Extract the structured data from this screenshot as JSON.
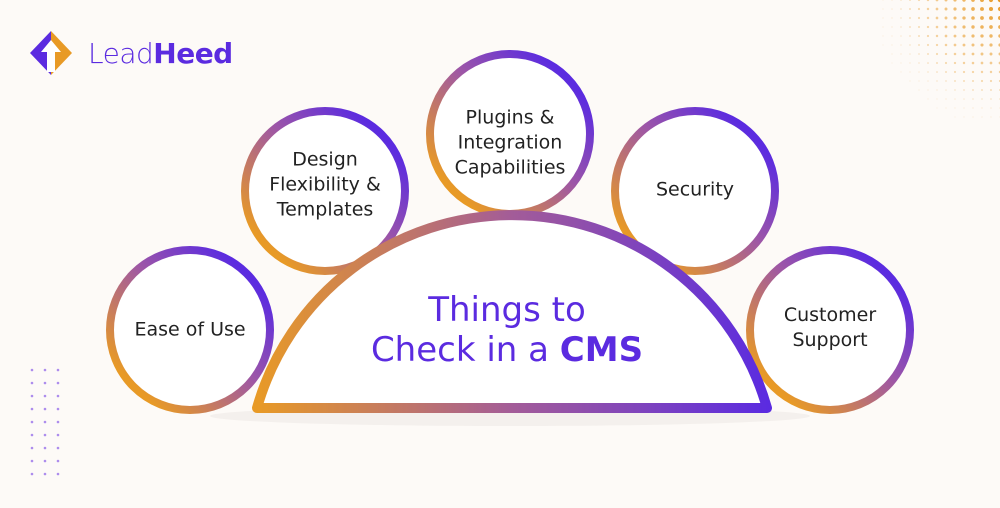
{
  "brand": {
    "name_light": "Lead",
    "name_bold": "Heed"
  },
  "title": {
    "line1": "Things to",
    "line2_prefix": "Check in a ",
    "line2_bold": "CMS"
  },
  "items": [
    {
      "label": "Ease of Use"
    },
    {
      "label": "Design\nFlexibility &\nTemplates"
    },
    {
      "label": "Plugins &\nIntegration\nCapabilities"
    },
    {
      "label": "Security"
    },
    {
      "label": "Customer\nSupport"
    }
  ],
  "colors": {
    "purple": "#5b2be0",
    "orange": "#e89a26",
    "background": "#fdfaf7"
  }
}
